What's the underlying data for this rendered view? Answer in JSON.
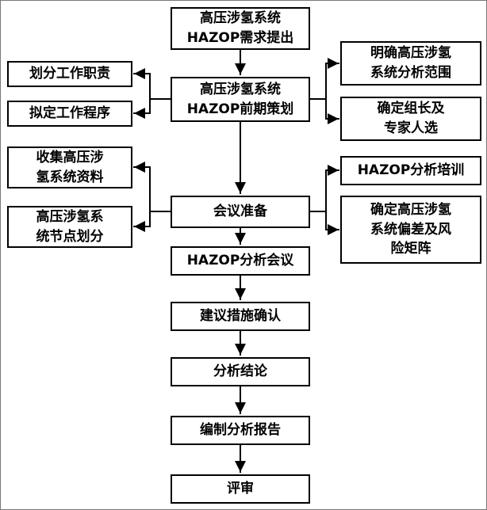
{
  "diagram": {
    "type": "flowchart",
    "language": "zh",
    "colors": {
      "box_border": "#000000",
      "box_fill": "#ffffff",
      "line": "#000000",
      "text": "#000000"
    },
    "nodes": {
      "requirement": {
        "label": "高压涉氢系统\nHAZOP需求提出"
      },
      "planning": {
        "label": "高压涉氢系统\nHAZOP前期策划"
      },
      "duty": {
        "label": "划分工作职责"
      },
      "procedure": {
        "label": "拟定工作程序"
      },
      "scope": {
        "label": "明确高压涉氢\n系统分析范围"
      },
      "leader": {
        "label": "确定组长及\n专家人选"
      },
      "meeting_prep": {
        "label": "会议准备"
      },
      "collect": {
        "label": "收集高压涉\n氢系统资料"
      },
      "node_division": {
        "label": "高压涉氢系\n统节点划分"
      },
      "training": {
        "label": "HAZOP分析培训"
      },
      "deviation": {
        "label": "确定高压涉氢\n系统偏差及风\n险矩阵"
      },
      "analysis_meeting": {
        "label": "HAZOP分析会议"
      },
      "measures": {
        "label": "建议措施确认"
      },
      "conclusion": {
        "label": "分析结论"
      },
      "report": {
        "label": "编制分析报告"
      },
      "review": {
        "label": "评审"
      }
    },
    "edges": [
      "requirement→planning",
      "planning→duty",
      "planning→procedure",
      "planning→scope",
      "planning→leader",
      "planning→meeting_prep",
      "meeting_prep→collect",
      "meeting_prep→node_division",
      "meeting_prep→training",
      "meeting_prep→deviation",
      "meeting_prep→analysis_meeting",
      "analysis_meeting→measures",
      "measures→conclusion",
      "conclusion→report",
      "report→review"
    ]
  }
}
